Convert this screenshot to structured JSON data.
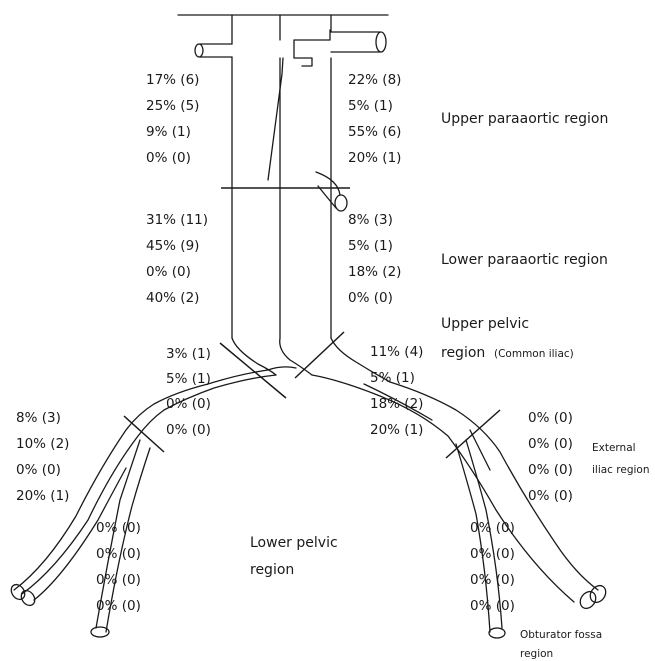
{
  "regions": {
    "upper_paraaortic": "Upper paraaortic region",
    "lower_paraaortic": "Lower paraaortic region",
    "upper_pelvic_line1": "Upper pelvic",
    "upper_pelvic_line2": "region",
    "upper_pelvic_sub": "(Common iliac)",
    "external_iliac_line1": "External",
    "external_iliac_line2": "iliac region",
    "lower_pelvic_line1": "Lower pelvic",
    "lower_pelvic_line2": "region",
    "obturator_line1": "Obturator fossa",
    "obturator_line2": "region"
  },
  "values": {
    "upper_paraaortic_left": [
      "17% (6)",
      "25% (5)",
      "9% (1)",
      "0% (0)"
    ],
    "upper_paraaortic_right": [
      "22% (8)",
      "5% (1)",
      "55% (6)",
      "20% (1)"
    ],
    "lower_paraaortic_left": [
      "31% (11)",
      "45% (9)",
      "0% (0)",
      "40% (2)"
    ],
    "lower_paraaortic_right": [
      "8% (3)",
      "5% (1)",
      "18% (2)",
      "0% (0)"
    ],
    "upper_pelvic_left": [
      "3% (1)",
      "5% (1)",
      "0% (0)",
      "0% (0)"
    ],
    "upper_pelvic_right": [
      "11% (4)",
      "5% (1)",
      "18% (2)",
      "20% (1)"
    ],
    "external_iliac_left": [
      "8% (3)",
      "10% (2)",
      "0% (0)",
      "20% (1)"
    ],
    "external_iliac_right": [
      "0% (0)",
      "0% (0)",
      "0% (0)",
      "0% (0)"
    ],
    "obturator_left": [
      "0% (0)",
      "0% (0)",
      "0% (0)",
      "0% (0)"
    ],
    "obturator_right": [
      "0% (0)",
      "0% (0)",
      "0% (0)",
      "0% (0)"
    ]
  }
}
